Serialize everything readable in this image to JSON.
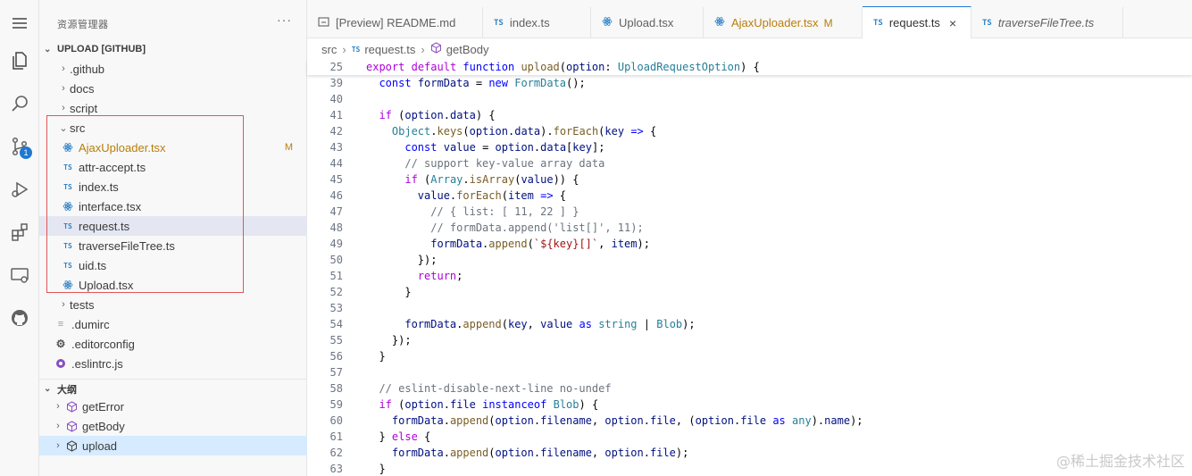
{
  "activity": {
    "badge": "1"
  },
  "sidebar": {
    "title": "资源管理器",
    "more": "···",
    "workspace": "UPLOAD [GITHUB]",
    "tree": [
      {
        "label": ".github",
        "type": "folder"
      },
      {
        "label": "docs",
        "type": "folder"
      },
      {
        "label": "script",
        "type": "folder"
      },
      {
        "label": "src",
        "type": "folder-open"
      },
      {
        "label": "AjaxUploader.tsx",
        "type": "tsx",
        "modified": "M"
      },
      {
        "label": "attr-accept.ts",
        "type": "ts"
      },
      {
        "label": "index.ts",
        "type": "ts"
      },
      {
        "label": "interface.tsx",
        "type": "tsx"
      },
      {
        "label": "request.ts",
        "type": "ts"
      },
      {
        "label": "traverseFileTree.ts",
        "type": "ts"
      },
      {
        "label": "uid.ts",
        "type": "ts"
      },
      {
        "label": "Upload.tsx",
        "type": "tsx"
      },
      {
        "label": "tests",
        "type": "folder"
      },
      {
        "label": ".dumirc",
        "type": "file"
      },
      {
        "label": ".editorconfig",
        "type": "gear"
      },
      {
        "label": ".eslintrc.js",
        "type": "eslint"
      }
    ],
    "outline_title": "大纲",
    "outline": [
      {
        "label": "getError"
      },
      {
        "label": "getBody"
      },
      {
        "label": "upload"
      }
    ]
  },
  "tabs": [
    {
      "label": "[Preview] README.md",
      "icon": "preview-icon"
    },
    {
      "label": "index.ts",
      "icon": "TS"
    },
    {
      "label": "Upload.tsx",
      "icon": "react-icon"
    },
    {
      "label": "AjaxUploader.tsx",
      "icon": "react-icon",
      "modified": "M"
    },
    {
      "label": "request.ts",
      "icon": "TS",
      "close": "×"
    },
    {
      "label": "traverseFileTree.ts",
      "icon": "TS"
    }
  ],
  "ts_badge": "TS",
  "breadcrumb": {
    "file": "request.ts",
    "symbol": "getBody"
  },
  "code": [
    {
      "n": "25",
      "t": "export default function upload(option: UploadRequestOption) {"
    },
    {
      "n": "39",
      "t": "  const formData = new FormData();"
    },
    {
      "n": "40",
      "t": ""
    },
    {
      "n": "41",
      "t": "  if (option.data) {"
    },
    {
      "n": "42",
      "t": "    Object.keys(option.data).forEach(key => {"
    },
    {
      "n": "43",
      "t": "      const value = option.data[key];"
    },
    {
      "n": "44",
      "t": "      // support key-value array data"
    },
    {
      "n": "45",
      "t": "      if (Array.isArray(value)) {"
    },
    {
      "n": "46",
      "t": "        value.forEach(item => {"
    },
    {
      "n": "47",
      "t": "          // { list: [ 11, 22 ] }"
    },
    {
      "n": "48",
      "t": "          // formData.append('list[]', 11);"
    },
    {
      "n": "49",
      "t": "          formData.append(`${key}[]`, item);"
    },
    {
      "n": "50",
      "t": "        });"
    },
    {
      "n": "51",
      "t": "        return;"
    },
    {
      "n": "52",
      "t": "      }"
    },
    {
      "n": "53",
      "t": ""
    },
    {
      "n": "54",
      "t": "      formData.append(key, value as string | Blob);"
    },
    {
      "n": "55",
      "t": "    });"
    },
    {
      "n": "56",
      "t": "  }"
    },
    {
      "n": "57",
      "t": ""
    },
    {
      "n": "58",
      "t": "  // eslint-disable-next-line no-undef"
    },
    {
      "n": "59",
      "t": "  if (option.file instanceof Blob) {"
    },
    {
      "n": "60",
      "t": "    formData.append(option.filename, option.file, (option.file as any).name);"
    },
    {
      "n": "61",
      "t": "  } else {"
    },
    {
      "n": "62",
      "t": "    formData.append(option.filename, option.file);"
    },
    {
      "n": "63",
      "t": "  }"
    }
  ],
  "watermark": "@稀土掘金技术社区"
}
